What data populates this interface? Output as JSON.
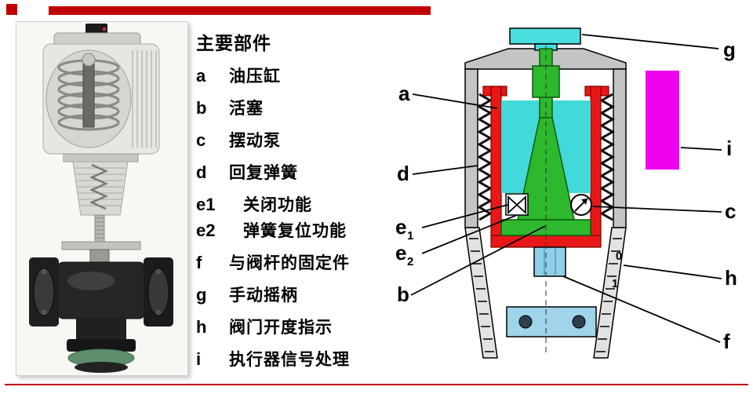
{
  "slide": {
    "background": "#ffffff",
    "accent_color": "#c00000"
  },
  "palette": {
    "body_grey": "#c4c4c4",
    "cylinder_red": "#e81818",
    "fluid_cyan": "#41d9d9",
    "handle_cyan": "#4adede",
    "piston_green": "#2eb82e",
    "signal_magenta": "#ee00ee",
    "fixture_blue": "#8fcfe8",
    "base_plate_blue": "#9fd4ea"
  },
  "legend": {
    "title": "主要部件",
    "items": [
      {
        "key": "a",
        "label": "油压缸"
      },
      {
        "key": "b",
        "label": "活塞"
      },
      {
        "key": "c",
        "label": "摆动泵"
      },
      {
        "key": "d",
        "label": "回复弹簧"
      },
      {
        "key": "e1",
        "label": "关闭功能"
      },
      {
        "key": "e2",
        "label": "弹簧复位功能"
      },
      {
        "key": "f",
        "label": "与阀杆的固定件"
      },
      {
        "key": "g",
        "label": "手动摇柄"
      },
      {
        "key": "h",
        "label": "阀门开度指示"
      },
      {
        "key": "i",
        "label": "执行器信号处理"
      }
    ]
  },
  "diagram": {
    "callouts": {
      "a": "a",
      "d": "d",
      "e1": {
        "base": "e",
        "sub": "1"
      },
      "e2": {
        "base": "e",
        "sub": "2"
      },
      "b": "b",
      "g": "g",
      "i": "i",
      "c": "c",
      "h": "h",
      "f": "f"
    },
    "scale": {
      "mark0": "0",
      "mark1": "1"
    }
  }
}
